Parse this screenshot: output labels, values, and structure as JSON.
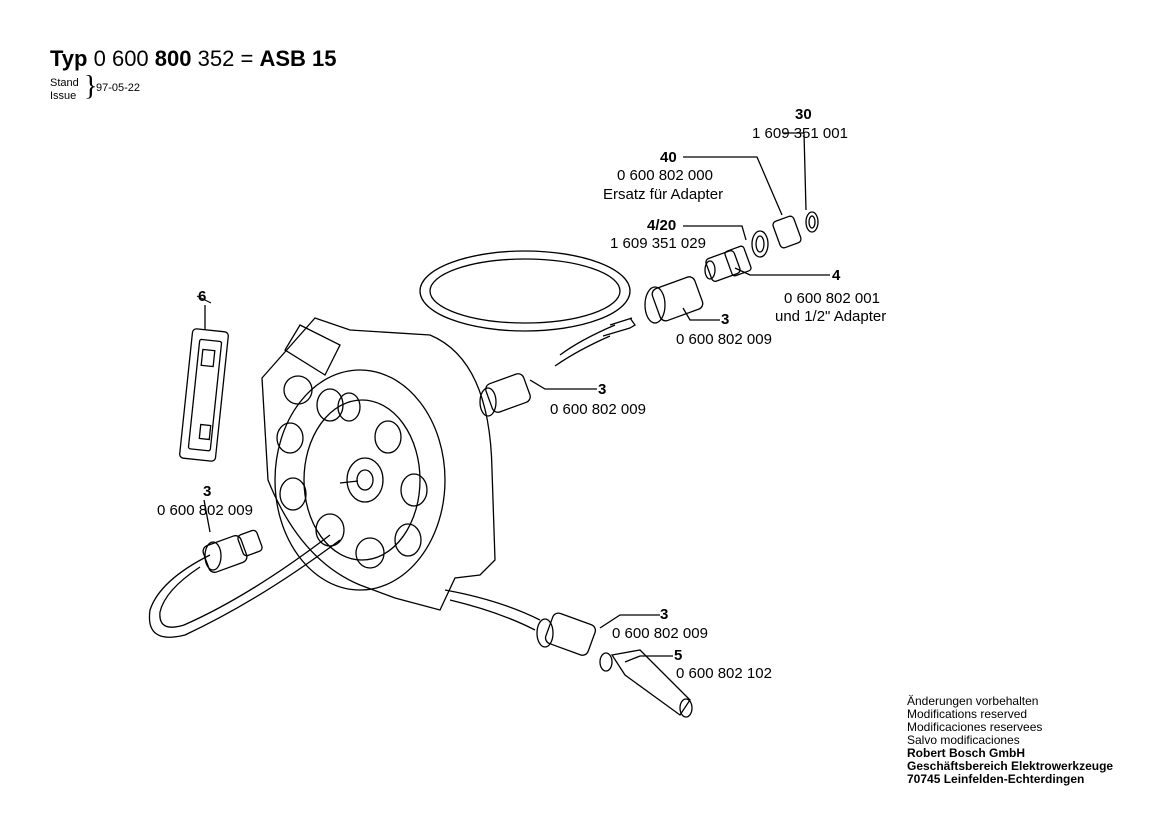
{
  "header": {
    "typ_label": "Typ",
    "typ_number_a": "0 600",
    "typ_number_b": "800",
    "typ_number_c": "352 =",
    "model": "ASB 15",
    "stand_label": "Stand",
    "issue_label": "Issue",
    "date": "97-05-22"
  },
  "parts": [
    {
      "pos": "30",
      "number": "1 609 351 001",
      "desc": ""
    },
    {
      "pos": "40",
      "number": "0 600 802 000",
      "desc": "Ersatz für Adapter"
    },
    {
      "pos": "4/20",
      "number": "1 609 351 029",
      "desc": ""
    },
    {
      "pos": "4",
      "number": "0 600 802 001",
      "desc": "und 1/2\" Adapter"
    },
    {
      "pos": "3",
      "number": "0 600 802 009",
      "desc": ""
    },
    {
      "pos": "3",
      "number": "0 600 802 009",
      "desc": ""
    },
    {
      "pos": "3",
      "number": "0 600 802 009",
      "desc": ""
    },
    {
      "pos": "3",
      "number": "0 600 802 009",
      "desc": ""
    },
    {
      "pos": "5",
      "number": "0 600 802 102",
      "desc": ""
    },
    {
      "pos": "6",
      "number": "",
      "desc": ""
    }
  ],
  "footer": {
    "lines": [
      "Änderungen vorbehalten",
      "Modifications reserved",
      "Modificaciones reservees",
      "Salvo modificaciones"
    ],
    "company": "Robert Bosch GmbH",
    "division": "Geschäftsbereich Elektrowerkzeuge",
    "address": "70745 Leinfelden-Echterdingen"
  }
}
